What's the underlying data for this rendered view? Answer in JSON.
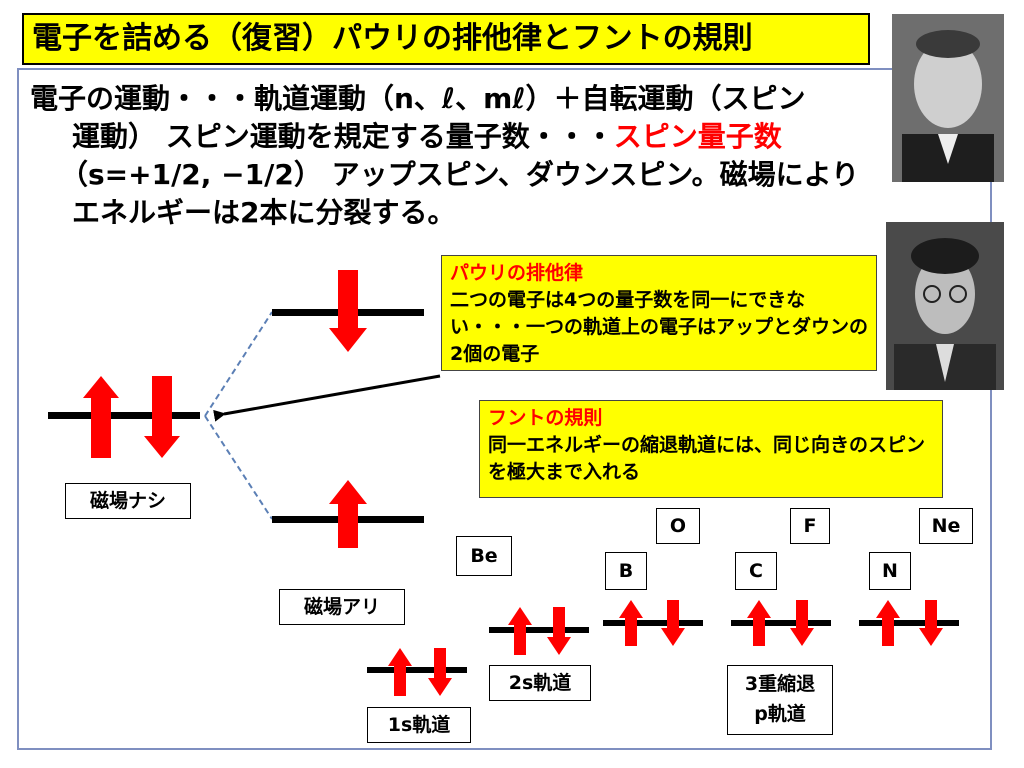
{
  "title": "電子を詰める（復習）パウリの排他律とフントの規則",
  "body": {
    "line1": "電子の運動・・・軌道運動（n、ℓ、mℓ）＋自転運動（スピン",
    "line2a": "運動） スピン運動を規定する量子数・・・",
    "line2b": "スピン量子数",
    "line3": "（s=+1/2, −1/2） アップスピン、ダウンスピン。磁場により",
    "line4": "エネルギーは2本に分裂する。"
  },
  "pauli": {
    "heading": "パウリの排他律",
    "text": "二つの電子は4つの量子数を同一にできない・・・一つの軌道上の電子はアップとダウンの2個の電子"
  },
  "hund": {
    "heading": "フントの規則",
    "text": "同一エネルギーの縮退軌道には、同じ向きのスピンを極大まで入れる"
  },
  "labels": {
    "no_field": "磁場ナシ",
    "field": "磁場アリ",
    "orbital_1s": "1s軌道",
    "orbital_2s": "2s軌道",
    "orbital_3p_l1": "3重縮退",
    "orbital_3p_l2": "p軌道",
    "be": "Be",
    "b": "B",
    "c": "C",
    "n": "N",
    "o": "O",
    "f": "F",
    "ne": "Ne"
  },
  "colors": {
    "title_bg": "#ffff00",
    "callout_bg": "#ffff00",
    "arrow_red": "#ff0000",
    "heading_red": "#ff0000",
    "frame": "#7f8fc0"
  }
}
